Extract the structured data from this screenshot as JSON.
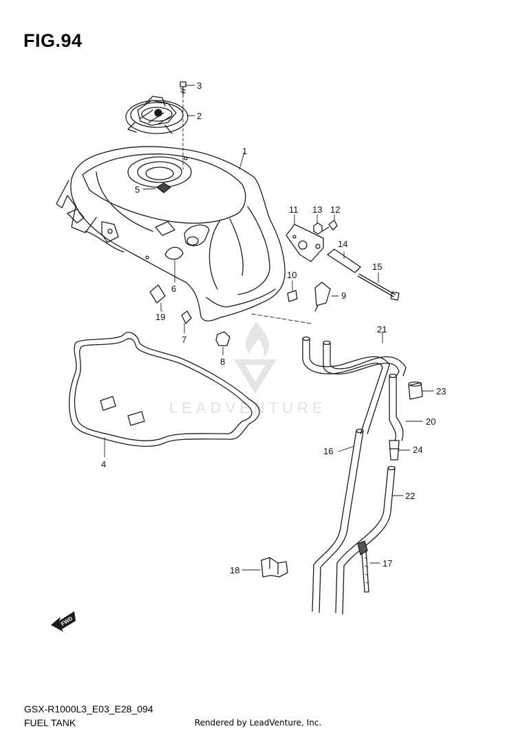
{
  "figure": {
    "label": "FIG.94",
    "model_code": "GSX-R1000L3_E03_E28_094",
    "section_name": "FUEL TANK",
    "credit": "Rendered by LeadVenture, Inc."
  },
  "watermark": {
    "text": "LEADVENTURE",
    "color": "#c9c9c9"
  },
  "fwd_badge": {
    "text": "FWD"
  },
  "callouts": [
    "1",
    "2",
    "3",
    "4",
    "5",
    "6",
    "7",
    "8",
    "9",
    "10",
    "11",
    "12",
    "13",
    "14",
    "15",
    "16",
    "17",
    "18",
    "19",
    "20",
    "21",
    "22",
    "23",
    "24"
  ],
  "colors": {
    "line": "#1a1a1a",
    "paper": "#ffffff"
  }
}
